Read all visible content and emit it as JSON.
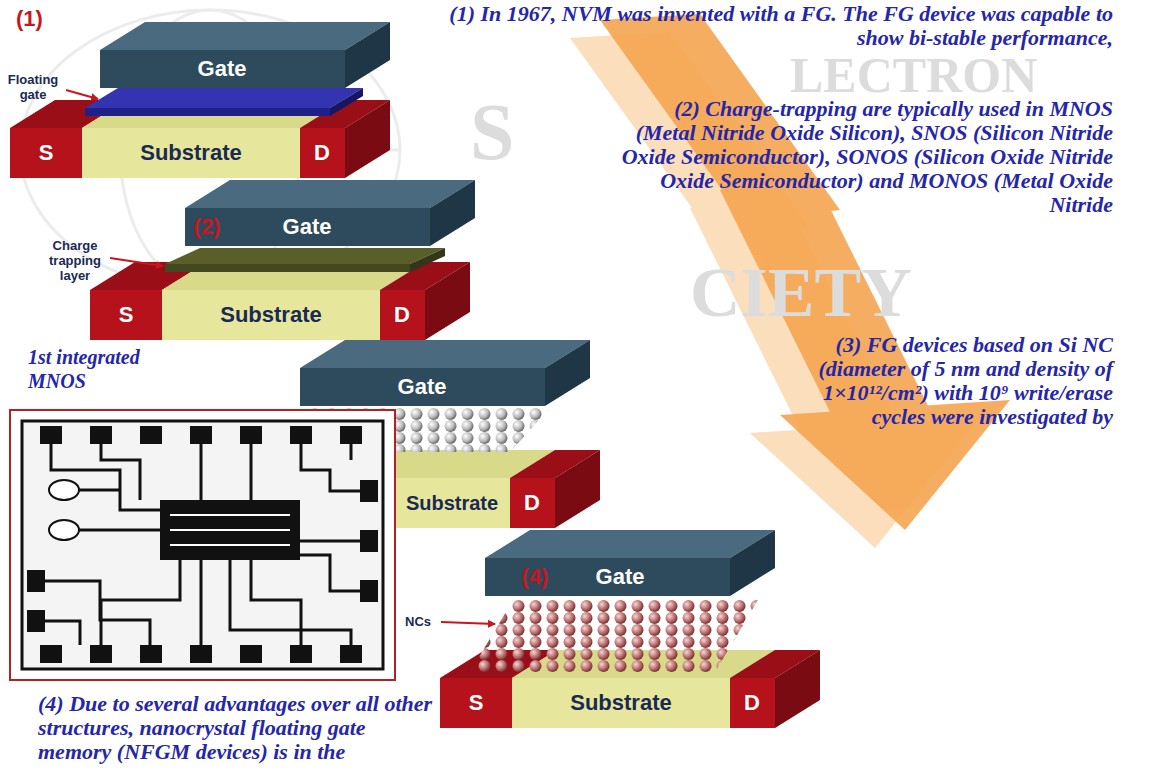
{
  "diagram": {
    "labels": [
      "(1)",
      "Gate",
      "Floating gate",
      "S",
      "Substrate",
      "D",
      "(1) In 1967, NVM was invented with a FG. The FG device was capable to show bi-stable performance,",
      "(2) Charge-trapping are typically used in MNOS (Metal Nitride Oxide Silicon), SNOS (Silicon Nitride Oxide Semiconductor), SONOS (Silicon Oxide Nitride Oxide Semiconductor) and MONOS (Metal Oxide Nitride",
      "(2)",
      "Gate",
      "Charge trapping layer",
      "S",
      "Substrate",
      "D",
      "1st integrated MNOS",
      "Gate",
      "(3) FG devices based on Si NC (diameter of 5 nm and density of 1×10¹²/cm²) with 10⁹ write/erase cycles were investigated by",
      "Substrate",
      "D",
      "(4)",
      "Gate",
      "NCs",
      "S",
      "Substrate",
      "D",
      "(4) Due to several advantages over all other structures, nanocrystal floating gate memory (NFGM devices) is in the",
      "LECTRON",
      "S",
      "CIETY"
    ]
  }
}
